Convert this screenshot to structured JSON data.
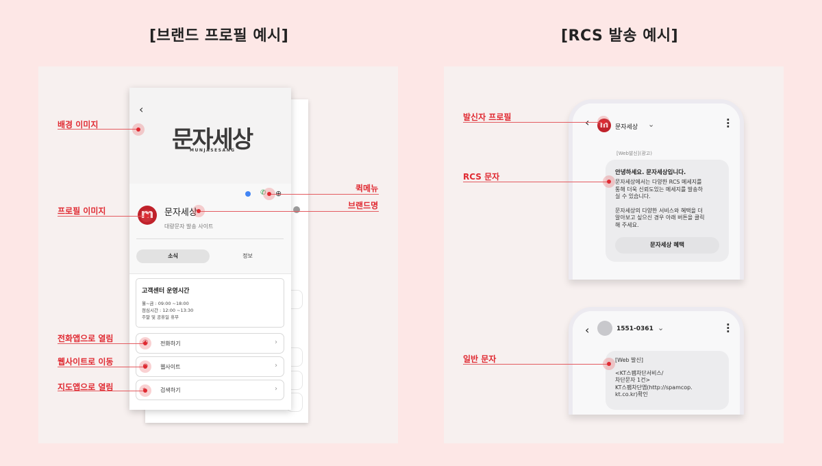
{
  "titles": {
    "left": "[브랜드 프로필 예시]",
    "right": "[RCS 발송 예시]"
  },
  "brand_profile": {
    "back_icon": "chevron-left",
    "logo_text": "문자세상",
    "logo_subtext": "MUNJASESANG",
    "avatar_letter": "m",
    "brand_name": "문자세상",
    "brand_desc": "대량문자 발송 사이트",
    "tabs": [
      {
        "label": "소식",
        "active": true
      },
      {
        "label": "정보",
        "active": false
      }
    ],
    "info": {
      "title": "고객센터 운영시간",
      "lines": [
        "월~금 : 09:00 ~18:00",
        "점심시간 : 12:00 ~13:30",
        "주말 및 공휴일 휴무"
      ]
    },
    "actions": [
      {
        "label": "전화하기",
        "icon": "phone-icon"
      },
      {
        "label": "웹사이트",
        "icon": "globe-icon"
      },
      {
        "label": "검색하기",
        "icon": "map-pin-icon"
      }
    ]
  },
  "annotations_left": {
    "background": "배경 이미지",
    "profile_image": "프로필 이미지",
    "quick_menu": "퀵메뉴",
    "brand_name": "브랜드명",
    "call": "전화앱으로 열림",
    "website": "웹사이트로 이동",
    "map": "지도앱으로 열림"
  },
  "rcs": {
    "sender_name": "문자세상",
    "tag": "[Web발신](광고)",
    "title": "안녕하세요. 문자세상입니다.",
    "para1": [
      "문자세상에서는 다양한 RCS 메세지를",
      "통해 더욱 신뢰도있는 메세지를 발송하",
      "실 수 있습니다."
    ],
    "para2": [
      "문자세상의 다양한 서비스와 혜택을 더",
      "알아보고 싶으신 경우 아래 버튼을 클릭",
      "해 주세요."
    ],
    "button": "문자세상 혜택"
  },
  "sms": {
    "sender_number": "1551-0361",
    "lines": [
      "[Web 발신]",
      "",
      "<KT스팸차단서비스/",
      "차단문자 1건>",
      "KT스팸차단앱(http://spamcop.",
      "kt.co.kr)확인"
    ]
  },
  "annotations_right": {
    "sender_profile": "발신자 프로필",
    "rcs_message": "RCS 문자",
    "normal_message": "일반 문자"
  },
  "colors": {
    "page_bg": "#fde7e6",
    "accent": "#e02a32",
    "brand_red": "#c0222b"
  }
}
